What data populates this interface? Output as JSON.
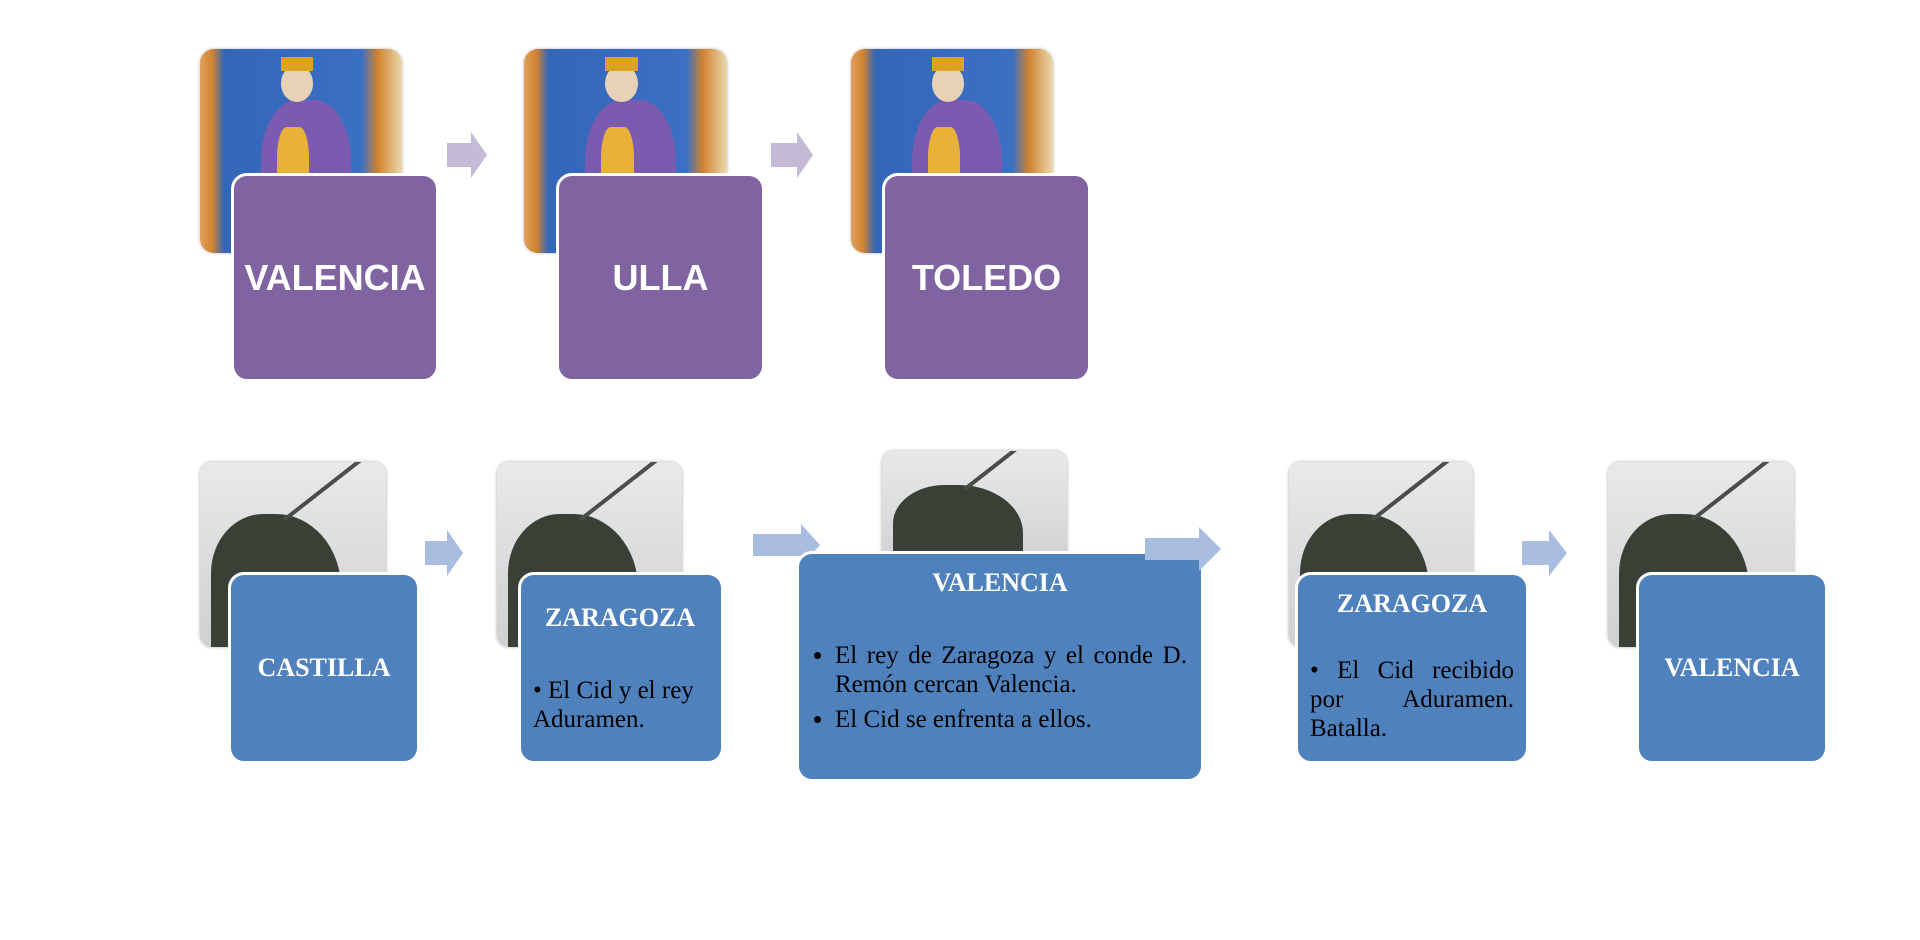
{
  "top_row": [
    {
      "label": "VALENCIA",
      "image": "king-manuscript-image"
    },
    {
      "label": "ULLA",
      "image": "king-manuscript-image"
    },
    {
      "label": "TOLEDO",
      "image": "king-manuscript-image"
    }
  ],
  "bottom_row": [
    {
      "title": "CASTILLA",
      "bullets": []
    },
    {
      "title": "ZARAGOZA",
      "bullets": [
        "• El Cid y el rey Aduramen."
      ]
    },
    {
      "title": "VALENCIA",
      "bullets": [
        "El rey de Zaragoza  y el conde D. Remón cercan Valencia.",
        "El Cid se enfrenta a ellos."
      ]
    },
    {
      "title": "ZARAGOZA",
      "bullets": [
        "• El Cid recibido por Aduramen. Batalla."
      ]
    },
    {
      "title": "VALENCIA",
      "bullets": []
    }
  ],
  "colors": {
    "purple": "#8064a2",
    "blue": "#4f81bd",
    "purple_arrow": "#c4bcd6",
    "blue_arrow": "#a9bde0"
  }
}
